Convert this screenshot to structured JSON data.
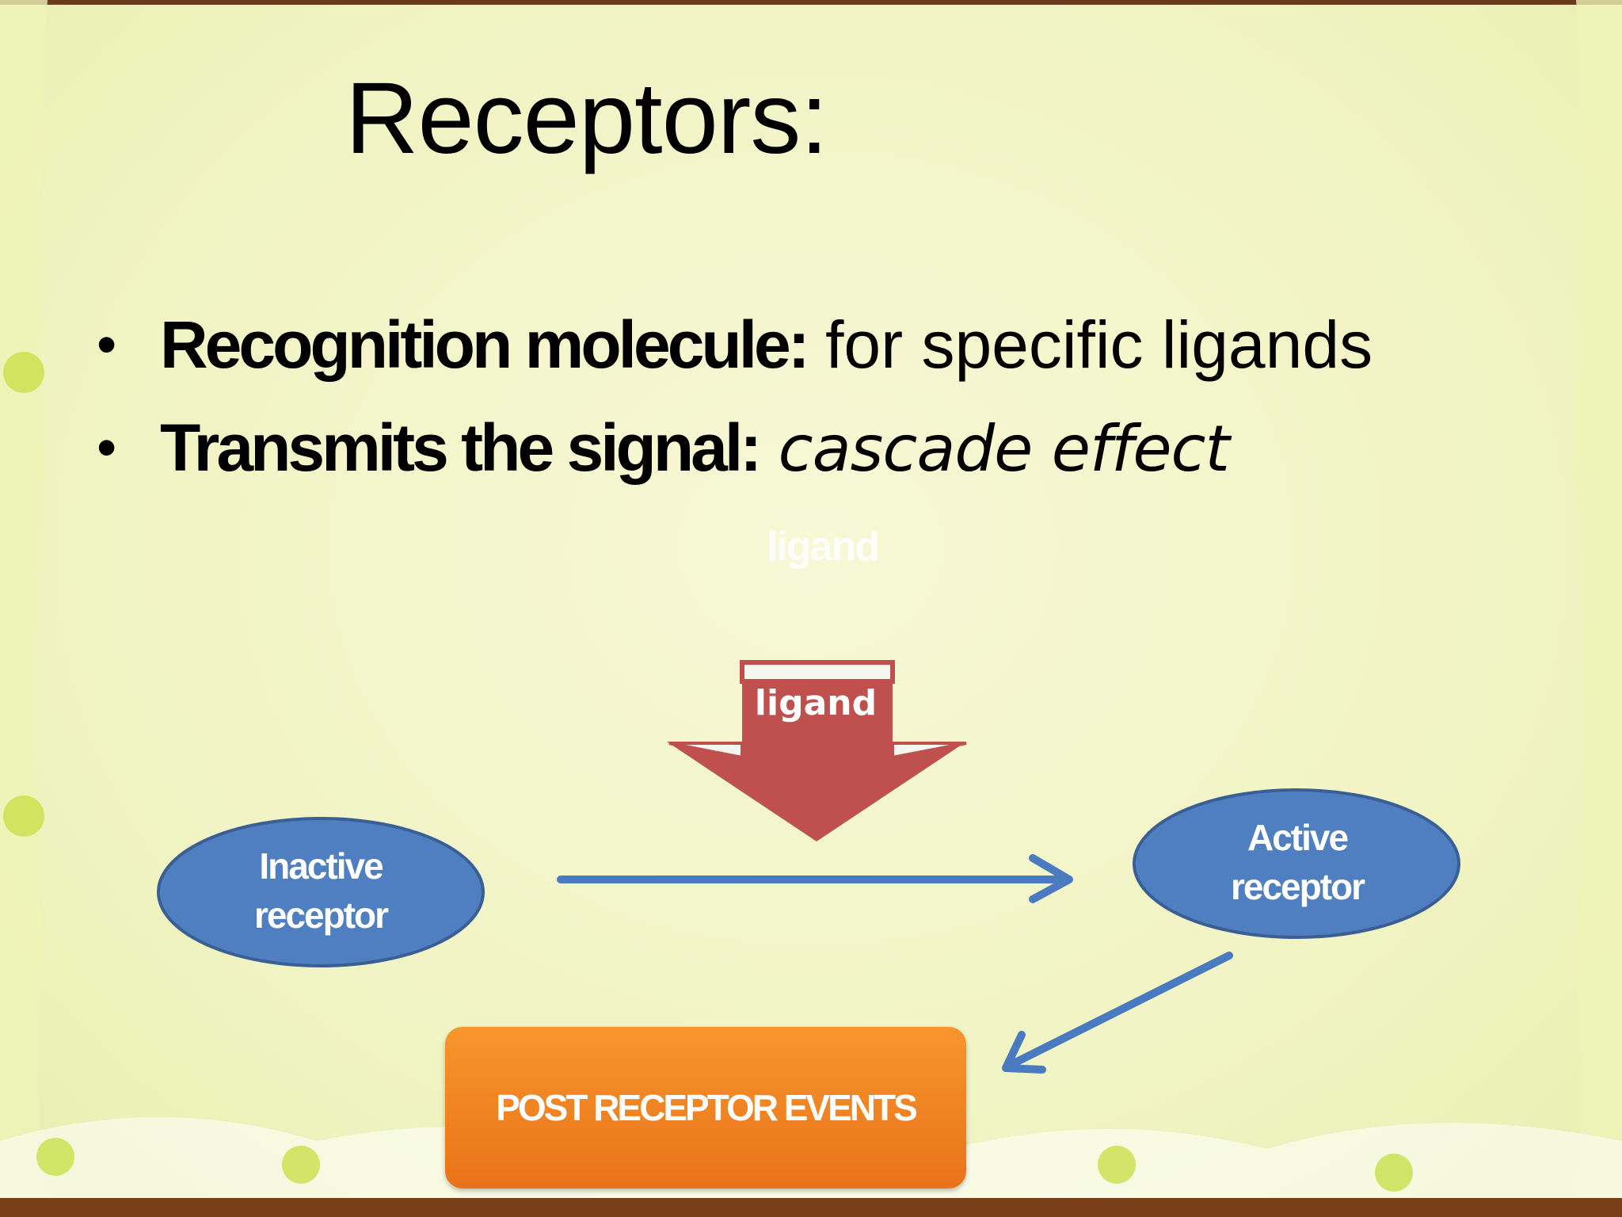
{
  "slide": {
    "title": "Receptors:",
    "bullets": [
      {
        "bold": "Recognition molecule:",
        "rest": " for specific ligands",
        "rest_style": "normal"
      },
      {
        "bold": "Transmits the signal:",
        "rest": " cascade effect",
        "rest_style": "italic"
      }
    ],
    "bullet_glyph": "•",
    "faded_label": "ligand"
  },
  "diagram": {
    "inactive_receptor": [
      "Inactive",
      "receptor"
    ],
    "active_receptor": [
      "Active",
      "receptor"
    ],
    "ligand_label": "ligand",
    "post_events": "POST RECEPTOR EVENTS"
  },
  "colors": {
    "background": "#f3f5c8",
    "ellipse_fill": "#4f7fc0",
    "ellipse_stroke": "#3a5f95",
    "arrow_blue": "#4a7bc0",
    "ligand_red": "#c0504d",
    "post_box": "#f08a24"
  }
}
